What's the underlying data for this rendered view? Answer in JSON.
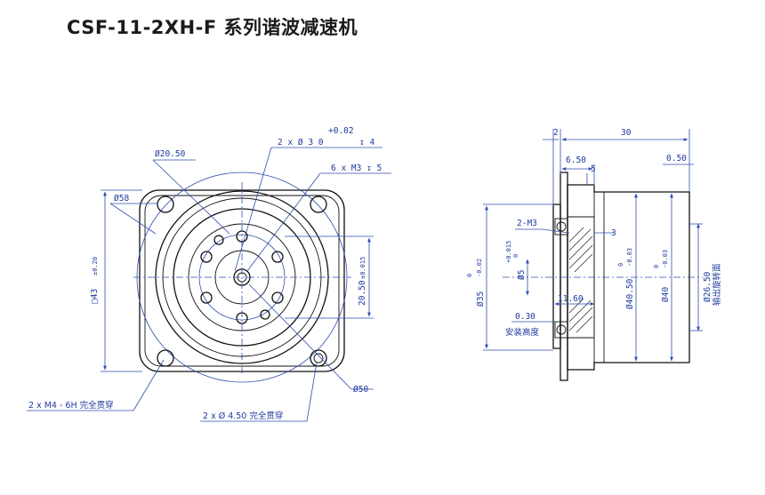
{
  "title": "CSF-11-2XH-F 系列谐波减速机",
  "front_view": {
    "phi_20_50": "Ø20.50",
    "thru_holes_top": "2 x Ø 3 0",
    "thru_tol": "+0.02",
    "thru_depth": "↧ 4",
    "m3_holes": "6 x M3 ↧ 5",
    "phi_58": "Ø58",
    "square_43": "□43",
    "square_43_tol": "±0.20",
    "height_20_50": "20.50",
    "height_20_50_tol": "±0.015",
    "phi_50": "Ø50",
    "m4_holes": "2 x M4 - 6H 完全贯穿",
    "phi_4_50_holes": "2 x Ø 4.50 完全贯穿"
  },
  "side_view": {
    "dim_2": "2",
    "dim_30": "30",
    "dim_6_50": "6.50",
    "dim_5": "5",
    "dim_0_50": "0.50",
    "thread_2_m3": "2-M3",
    "dim_3": "3",
    "phi_5": "Ø5",
    "phi_5_tol_upper": "+0.015",
    "phi_5_tol_lower": "0",
    "phi_35": "Ø35",
    "phi_35_tol_upper": "0",
    "phi_35_tol_lower": "-0.02",
    "dim_11_60": "11.60",
    "phi_40_50": "Ø40.50",
    "phi_40_50_tol_upper": "0",
    "phi_40_50_tol_lower": "-0.03",
    "phi_40": "Ø40",
    "phi_40_tol_upper": "0",
    "phi_40_tol_lower": "-0.03",
    "phi_26_50": "Ø26.50",
    "output_rotating_face": "输出旋转面",
    "dim_0_30": "0.30",
    "install_height": "安装高度"
  },
  "colors": {
    "dimension": "#1f3a9e",
    "outline": "#111111"
  }
}
